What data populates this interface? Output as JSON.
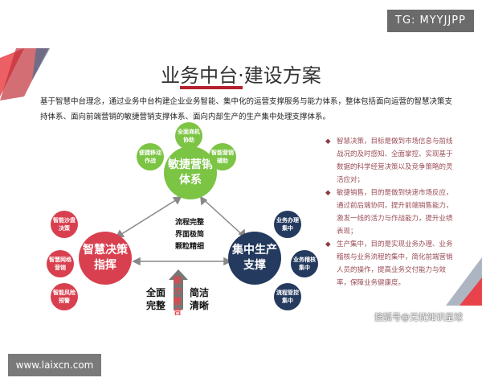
{
  "badge": "TG: MYYJJPP",
  "site": "www.laixcn.com",
  "watermark": "搜狐号@无忧知识星球",
  "title": "业务中台·建设方案",
  "intro": "基于智慧中台理念，通过业务中台构建企业业务智能、集中化的运营支撑服务与能力体系，整体包括面向运营的智慧决策支持体系、面向前端营销的敏捷营销支撑体系、面向内部生产的生产集中处理支撑体系。",
  "diagram": {
    "green": {
      "main": "敏捷营销体系",
      "subs": [
        "全面商机协助",
        "便捷移动作战",
        "智能营销辅助"
      ]
    },
    "red": {
      "main": "智慧决策指挥",
      "subs": [
        "智能沙盘决策",
        "智慧网格营销",
        "智能风险预警"
      ]
    },
    "navy": {
      "main": "集中生产支撑",
      "subs": [
        "业务办理集中",
        "业务稽核集中",
        "流程管控集中"
      ]
    },
    "center": [
      "流程完整",
      "界面极简",
      "颗粒精细"
    ],
    "left_label": "全面完整",
    "arrow_label": "能力整合",
    "right_label": "简洁清晰"
  },
  "bullets": [
    "智慧决策，目标是做到市场信息与前线战况的及时感知、全面掌控、实现基于数据的科学经营决策以及竞争策略的灵活应对；",
    "敏捷销售，目的是做到快速市场反应，通过前后端协同，提升前端销售能力，激发一线的活力与作战能力，提升业绩表现；",
    "生产集中，目的是实现业务办理、业务稽核与业务流程的集中，简化前端营销人员的操作，提高业务交付能力与效率，保障业务健康度。"
  ],
  "colors": {
    "green": "#7cc444",
    "red": "#d9404f",
    "navy": "#243a5e",
    "accent": "#b3222e"
  }
}
